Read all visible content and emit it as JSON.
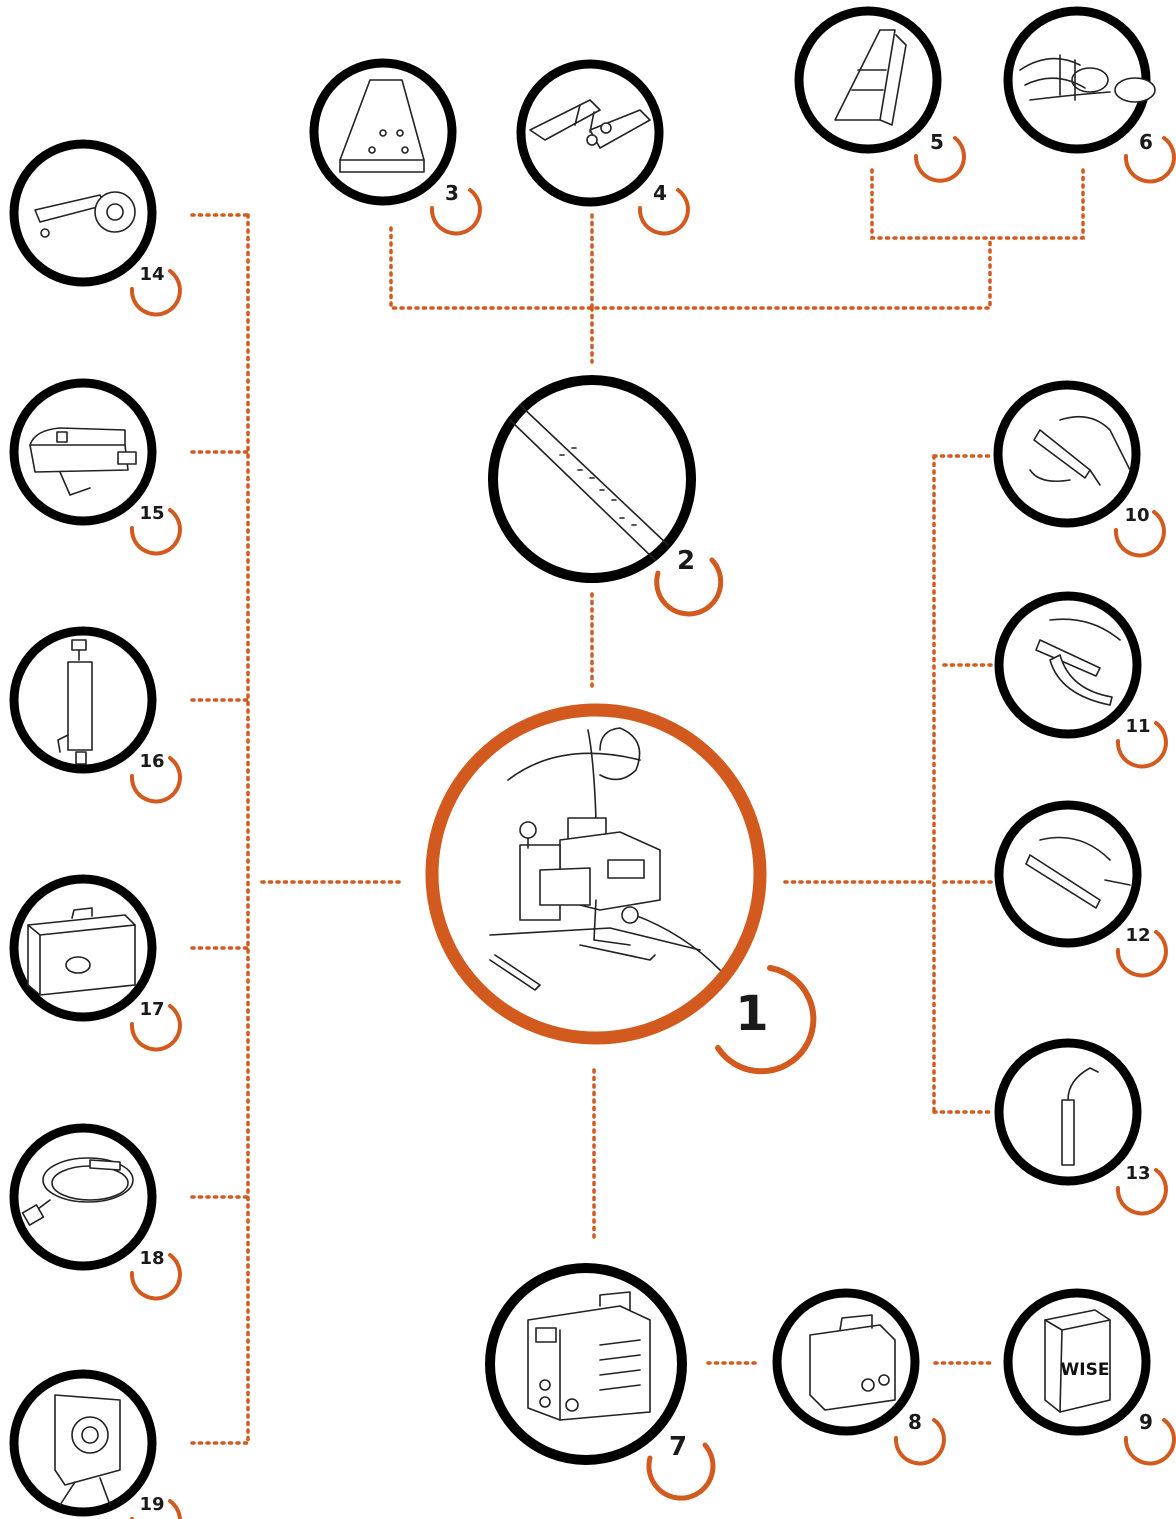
{
  "diagram": {
    "accent_color": "#d35a1f",
    "outline_color": "#000000",
    "nodes": [
      {
        "id": "1",
        "label": "1",
        "icon": "welding-carriage-main-unit",
        "highlight": true
      },
      {
        "id": "2",
        "label": "2",
        "icon": "guide-rail-icon"
      },
      {
        "id": "3",
        "label": "3",
        "icon": "rail-plate-icon"
      },
      {
        "id": "4",
        "label": "4",
        "icon": "rail-clamp-icon"
      },
      {
        "id": "5",
        "label": "5",
        "icon": "rail-extension-icon"
      },
      {
        "id": "6",
        "label": "6",
        "icon": "vacuum-cups-icon"
      },
      {
        "id": "7",
        "label": "7",
        "icon": "power-source-icon"
      },
      {
        "id": "8",
        "label": "8",
        "icon": "wire-feeder-icon"
      },
      {
        "id": "9",
        "label": "9",
        "icon": "software-box-icon",
        "text": "WISE"
      },
      {
        "id": "10",
        "label": "10",
        "icon": "welding-gun-icon"
      },
      {
        "id": "11",
        "label": "11",
        "icon": "welding-gun-icon"
      },
      {
        "id": "12",
        "label": "12",
        "icon": "welding-gun-icon"
      },
      {
        "id": "13",
        "label": "13",
        "icon": "torch-neck-icon"
      },
      {
        "id": "14",
        "label": "14",
        "icon": "torch-holder-icon"
      },
      {
        "id": "15",
        "label": "15",
        "icon": "oscillator-icon"
      },
      {
        "id": "16",
        "label": "16",
        "icon": "torch-adjuster-icon"
      },
      {
        "id": "17",
        "label": "17",
        "icon": "carry-case-icon"
      },
      {
        "id": "18",
        "label": "18",
        "icon": "cable-icon"
      },
      {
        "id": "19",
        "label": "19",
        "icon": "remote-control-icon"
      }
    ]
  }
}
